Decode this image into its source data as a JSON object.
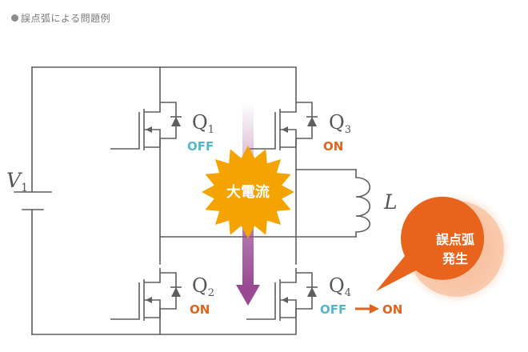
{
  "caption": "誤点弧による問題例",
  "source": {
    "label": "V",
    "subscript": "1"
  },
  "inductor": {
    "label": "L"
  },
  "switches": [
    {
      "id": "q1",
      "label": "Q",
      "subscript": "1",
      "state": "OFF"
    },
    {
      "id": "q3",
      "label": "Q",
      "subscript": "3",
      "state": "ON"
    },
    {
      "id": "q2",
      "label": "Q",
      "subscript": "2",
      "state": "ON"
    },
    {
      "id": "q4",
      "label": "Q",
      "subscript": "4",
      "state_from": "OFF",
      "state_to": "ON"
    }
  ],
  "burst_label": "大電流",
  "bubble": {
    "line1": "誤点弧",
    "line2": "発生"
  },
  "colors": {
    "wire": "#5e5e5e",
    "off": "#55b7cf",
    "on": "#e0641c",
    "burst": "#f5a300",
    "current_arrow": "#9a4a93",
    "bubble": "#e8641c"
  }
}
